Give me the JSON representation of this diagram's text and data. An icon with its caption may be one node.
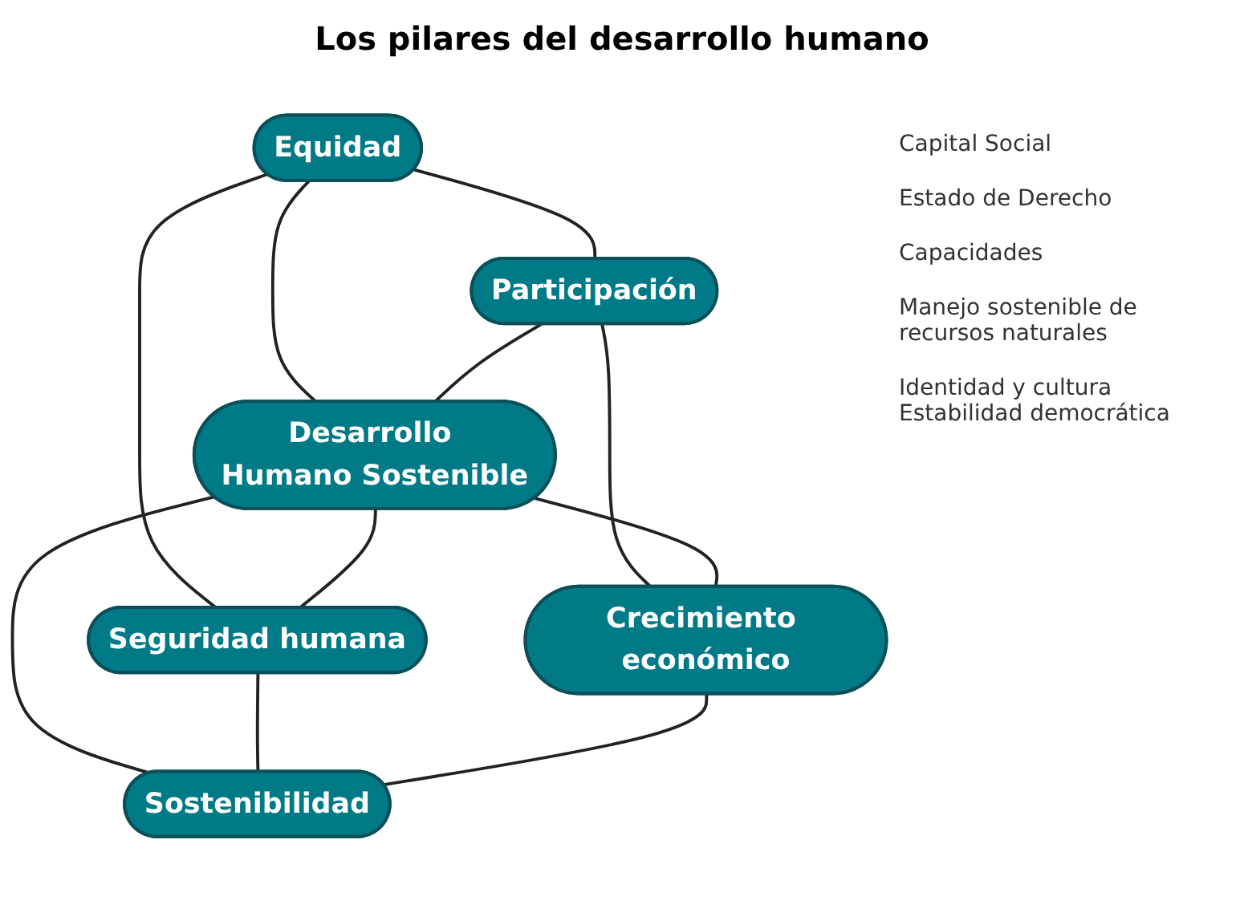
{
  "diagram": {
    "title": "Los pilares del desarrollo humano",
    "nodes": [
      {
        "text": [
          "Equidad"
        ]
      },
      {
        "text": [
          "Participación"
        ]
      },
      {
        "text": [
          "Desarrollo Humano Sostenible"
        ]
      },
      {
        "text": [
          "Seguridad humana"
        ]
      },
      {
        "text": [
          "Crecimiento económico"
        ]
      },
      {
        "text": [
          "Sostenibilidad"
        ]
      }
    ],
    "edges": [
      {
        "from": 0,
        "to": 1,
        "arrow": "none"
      },
      {
        "from": 0,
        "to": 2,
        "arrow": "none"
      },
      {
        "from": 0,
        "to": 3,
        "arrow": "none"
      },
      {
        "from": 1,
        "to": 2,
        "arrow": "none"
      },
      {
        "from": 2,
        "to": 3,
        "arrow": "none"
      },
      {
        "from": 1,
        "to": 4,
        "arrow": "none"
      },
      {
        "from": 2,
        "to": 4,
        "arrow": "none"
      },
      {
        "from": 2,
        "to": 5,
        "arrow": "none"
      },
      {
        "from": 3,
        "to": 5,
        "arrow": "none"
      },
      {
        "from": 4,
        "to": 5,
        "arrow": "none"
      }
    ],
    "labels": [
      "Capital Social",
      "Estado de Derecho",
      "Capacidades",
      "Manejo sostenible de recursos naturales",
      "Identidad y cultura Estabilidad democrática"
    ]
  }
}
